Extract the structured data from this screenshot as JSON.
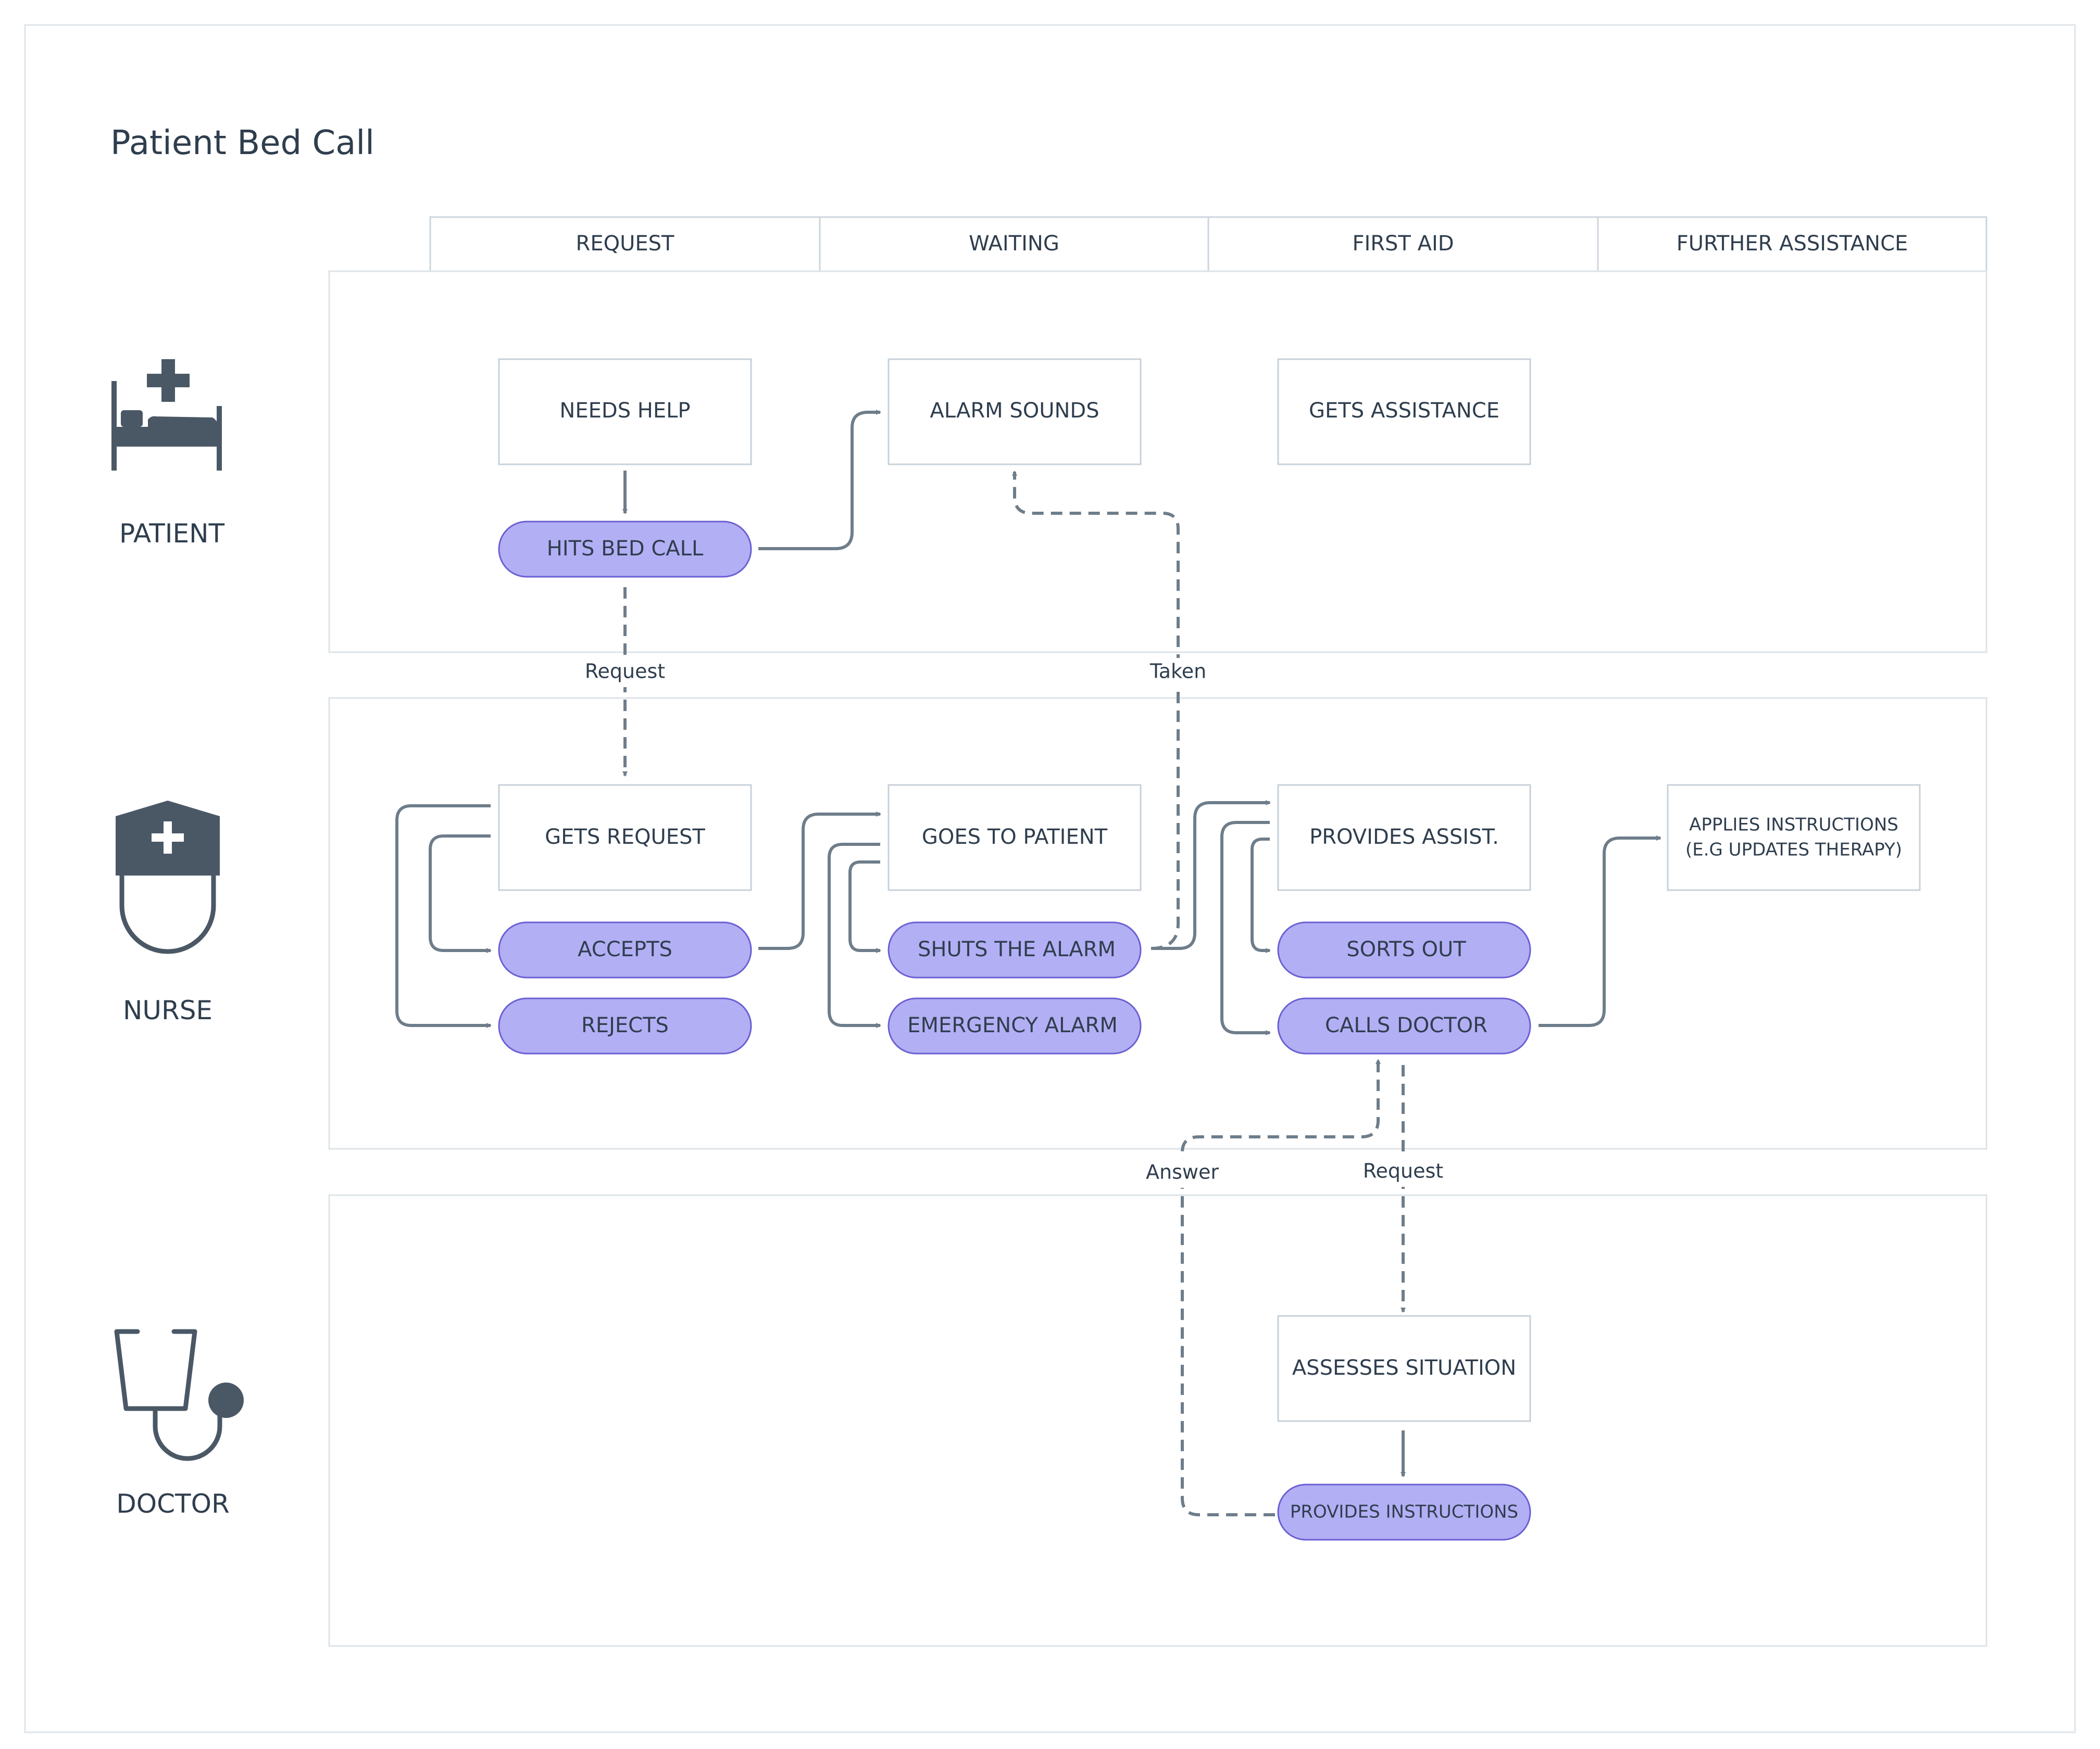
{
  "title": "Patient Bed Call",
  "phases": [
    "REQUEST",
    "WAITING",
    "FIRST AID",
    "FURTHER ASSISTANCE"
  ],
  "lanes": [
    {
      "id": "patient",
      "label": "PATIENT",
      "icon": "hospital-bed-icon"
    },
    {
      "id": "nurse",
      "label": "NURSE",
      "icon": "nurse-icon"
    },
    {
      "id": "doctor",
      "label": "DOCTOR",
      "icon": "stethoscope-icon"
    }
  ],
  "nodes": [
    {
      "id": "needs-help",
      "label": "NEEDS HELP",
      "shape": "rect"
    },
    {
      "id": "hits-bed-call",
      "label": "HITS BED CALL",
      "shape": "pill"
    },
    {
      "id": "alarm-sounds",
      "label": "ALARM SOUNDS",
      "shape": "rect"
    },
    {
      "id": "gets-assistance",
      "label": "GETS ASSISTANCE",
      "shape": "rect"
    },
    {
      "id": "gets-request",
      "label": "GETS REQUEST",
      "shape": "rect"
    },
    {
      "id": "accepts",
      "label": "ACCEPTS",
      "shape": "pill"
    },
    {
      "id": "rejects",
      "label": "REJECTS",
      "shape": "pill"
    },
    {
      "id": "goes-to-patient",
      "label": "GOES TO PATIENT",
      "shape": "rect"
    },
    {
      "id": "shuts-the-alarm",
      "label": "SHUTS THE ALARM",
      "shape": "pill"
    },
    {
      "id": "emergency-alarm",
      "label": "EMERGENCY ALARM",
      "shape": "pill"
    },
    {
      "id": "provides-assist",
      "label": "PROVIDES ASSIST.",
      "shape": "rect"
    },
    {
      "id": "sorts-out",
      "label": "SORTS OUT",
      "shape": "pill"
    },
    {
      "id": "calls-doctor",
      "label": "CALLS DOCTOR",
      "shape": "pill"
    },
    {
      "id": "applies-instructions",
      "label": "APPLIES INSTRUCTIONS",
      "label2": "(E.G UPDATES THERAPY)",
      "shape": "rect"
    },
    {
      "id": "assesses-situation",
      "label": "ASSESSES SITUATION",
      "shape": "rect"
    },
    {
      "id": "provides-instructions",
      "label": "PROVIDES INSTRUCTIONS",
      "shape": "pill"
    }
  ],
  "edges": [
    {
      "from": "needs-help",
      "to": "hits-bed-call",
      "style": "solid"
    },
    {
      "from": "hits-bed-call",
      "to": "alarm-sounds",
      "style": "solid"
    },
    {
      "from": "hits-bed-call",
      "to": "gets-request",
      "style": "dashed",
      "label": "Request"
    },
    {
      "from": "shuts-the-alarm",
      "to": "alarm-sounds",
      "style": "dashed",
      "label": "Taken"
    },
    {
      "from": "gets-request",
      "to": "accepts",
      "style": "solid"
    },
    {
      "from": "gets-request",
      "to": "rejects",
      "style": "solid"
    },
    {
      "from": "accepts",
      "to": "goes-to-patient",
      "style": "solid"
    },
    {
      "from": "goes-to-patient",
      "to": "shuts-the-alarm",
      "style": "solid"
    },
    {
      "from": "goes-to-patient",
      "to": "emergency-alarm",
      "style": "solid"
    },
    {
      "from": "shuts-the-alarm",
      "to": "provides-assist",
      "style": "solid"
    },
    {
      "from": "provides-assist",
      "to": "sorts-out",
      "style": "solid"
    },
    {
      "from": "provides-assist",
      "to": "calls-doctor",
      "style": "solid"
    },
    {
      "from": "calls-doctor",
      "to": "applies-instructions",
      "style": "solid"
    },
    {
      "from": "calls-doctor",
      "to": "assesses-situation",
      "style": "dashed",
      "label": "Request"
    },
    {
      "from": "provides-instructions",
      "to": "calls-doctor",
      "style": "dashed",
      "label": "Answer"
    },
    {
      "from": "assesses-situation",
      "to": "provides-instructions",
      "style": "solid"
    }
  ]
}
